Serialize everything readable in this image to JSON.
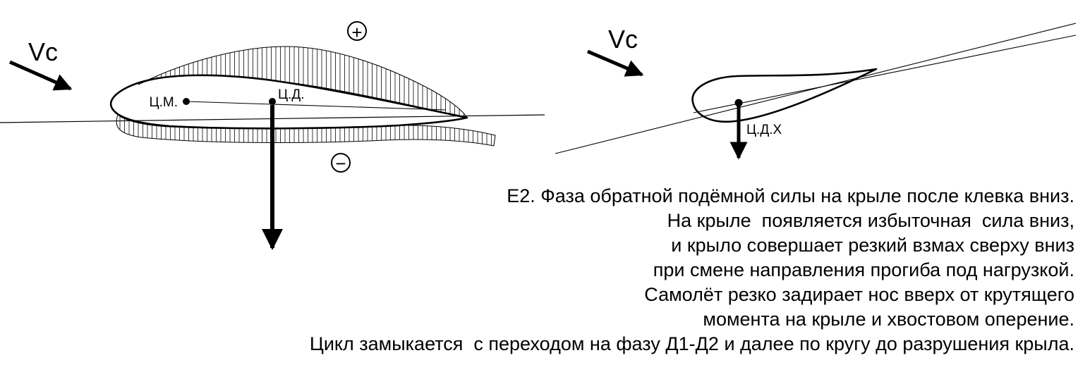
{
  "diagram": {
    "left": {
      "velocity_label": "Vc",
      "plus_symbol": "+",
      "minus_symbol": "−",
      "center_of_mass_label": "Ц.М.",
      "center_of_pressure_label": "Ц.Д."
    },
    "right": {
      "velocity_label": "Vc",
      "center_of_pressure_label": "Ц.Д.Х"
    }
  },
  "caption": {
    "lines": [
      "Е2. Фаза обратной подёмной силы на крыле после клевка вниз.",
      "На крыле  появляется избыточная  сила вниз,",
      "и крыло совершает резкий взмах сверху вниз",
      "при смене направления прогиба под нагрузкой.",
      "Самолёт резко задирает нос вверх от крутящего",
      "момента на крыле и хвостовом оперение.",
      "Цикл замыкается  с переходом на фазу Д1-Д2 и далее по кругу до разрушения крыла."
    ]
  },
  "colors": {
    "ink": "#000000",
    "background": "#ffffff"
  }
}
